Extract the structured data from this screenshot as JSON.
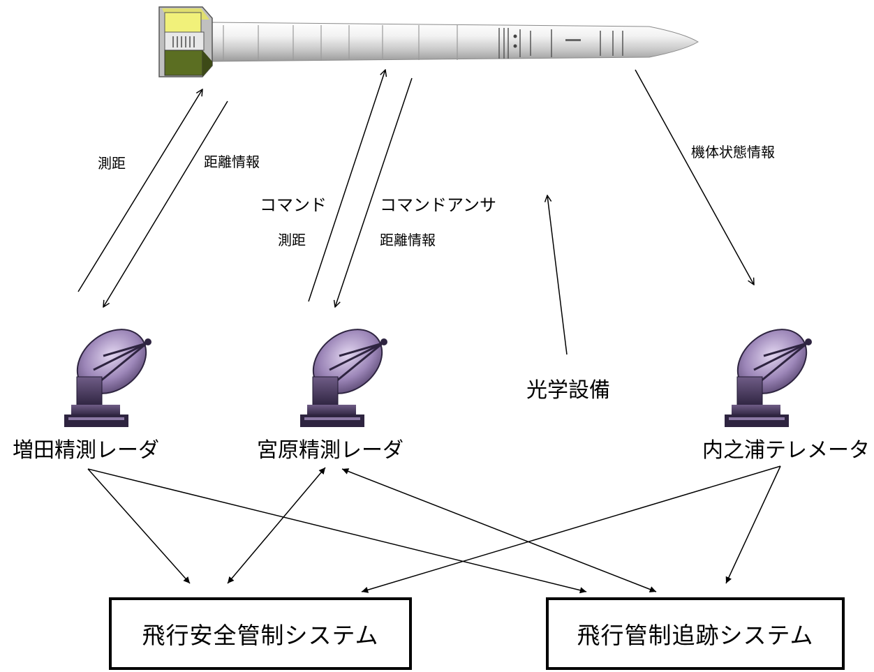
{
  "vehicle": {
    "labels": {
      "range_left": "測距",
      "distance_info_left": "距離情報",
      "command": "コマンド",
      "range_center": "測距",
      "command_answer": "コマンドアンサ",
      "distance_info_center": "距離情報",
      "vehicle_status": "機体状態情報"
    }
  },
  "ground": {
    "masuda_radar": "増田精測レーダ",
    "miyabaru_radar": "宮原精測レーダ",
    "optical": "光学設備",
    "uchinoura_telemetry": "内之浦テレメータ"
  },
  "systems": {
    "flight_safety": "飛行安全管制システム",
    "flight_tracking": "飛行管制追跡システム"
  }
}
